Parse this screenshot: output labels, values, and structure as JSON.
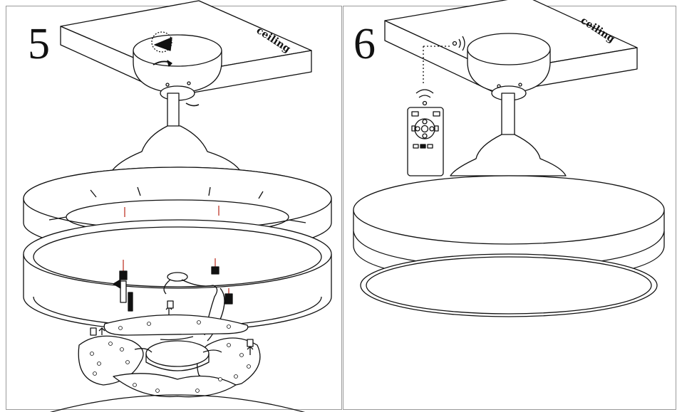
{
  "steps": [
    {
      "number": "5",
      "ceiling_label": "ceiling"
    },
    {
      "number": "6",
      "ceiling_label": "ceiling"
    }
  ],
  "icons": {
    "remote": "remote-control-icon",
    "signal": "wireless-signal-icon",
    "screw": "screw-icon"
  },
  "colors": {
    "line": "#111111",
    "border": "#9a9a9a",
    "screw": "#c0392b"
  }
}
